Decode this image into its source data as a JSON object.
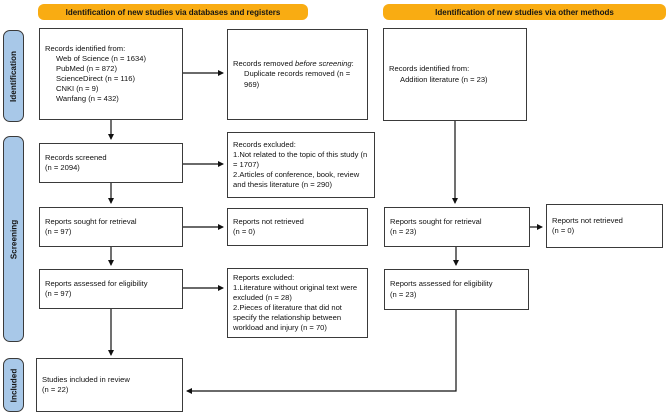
{
  "colors": {
    "banner": "#F9AC12",
    "stage": "#A8C8E8",
    "border": "#3a3a3a",
    "arrow": "#111111"
  },
  "banners": {
    "left": "Identification of new studies via databases and registers",
    "right": "Identification of new studies via other methods"
  },
  "stages": {
    "identification": "Identification",
    "screening": "Screening",
    "included": "Included"
  },
  "boxes": {
    "records_identified_db": {
      "title": "Records identified from:",
      "items": [
        "Web of Science (n = 1634)",
        "PubMed (n = 872)",
        "ScienceDirect (n = 116)",
        "CNKI (n = 9)",
        "Wanfang (n = 432)"
      ]
    },
    "records_removed": {
      "prefix": "Records removed ",
      "italic": "before screening",
      "suffix": ":",
      "items": [
        "Duplicate records removed (n = 969)"
      ]
    },
    "records_screened": {
      "lines": [
        "Records screened",
        "(n = 2094)"
      ]
    },
    "records_excluded": {
      "lines": [
        "Records excluded:",
        "1.Not related to the topic of this study (n = 1707)",
        "2.Articles of conference, book, review and thesis literature (n = 290)"
      ]
    },
    "reports_sought_db": {
      "lines": [
        "Reports sought for retrieval",
        "(n = 97)"
      ]
    },
    "reports_not_retrieved_db": {
      "lines": [
        "Reports not retrieved",
        "(n = 0)"
      ]
    },
    "reports_assessed_db": {
      "lines": [
        "Reports assessed for eligibility",
        "(n = 97)"
      ]
    },
    "reports_excluded": {
      "lines": [
        "Reports excluded:",
        "1.Literature without original text were excluded (n = 28)",
        "2.Pieces of literature that did not specify the relationship between workload and injury (n = 70)"
      ]
    },
    "studies_included": {
      "lines": [
        "Studies included in review",
        "(n = 22)"
      ]
    },
    "records_identified_other": {
      "title": "Records identified from:",
      "items": [
        "Addition literature (n = 23)"
      ]
    },
    "reports_sought_other": {
      "lines": [
        "Reports sought for retrieval",
        "(n = 23)"
      ]
    },
    "reports_not_retrieved_other": {
      "lines": [
        "Reports not retrieved",
        "(n = 0)"
      ]
    },
    "reports_assessed_other": {
      "lines": [
        "Reports assessed for eligibility",
        "(n = 23)"
      ]
    }
  }
}
